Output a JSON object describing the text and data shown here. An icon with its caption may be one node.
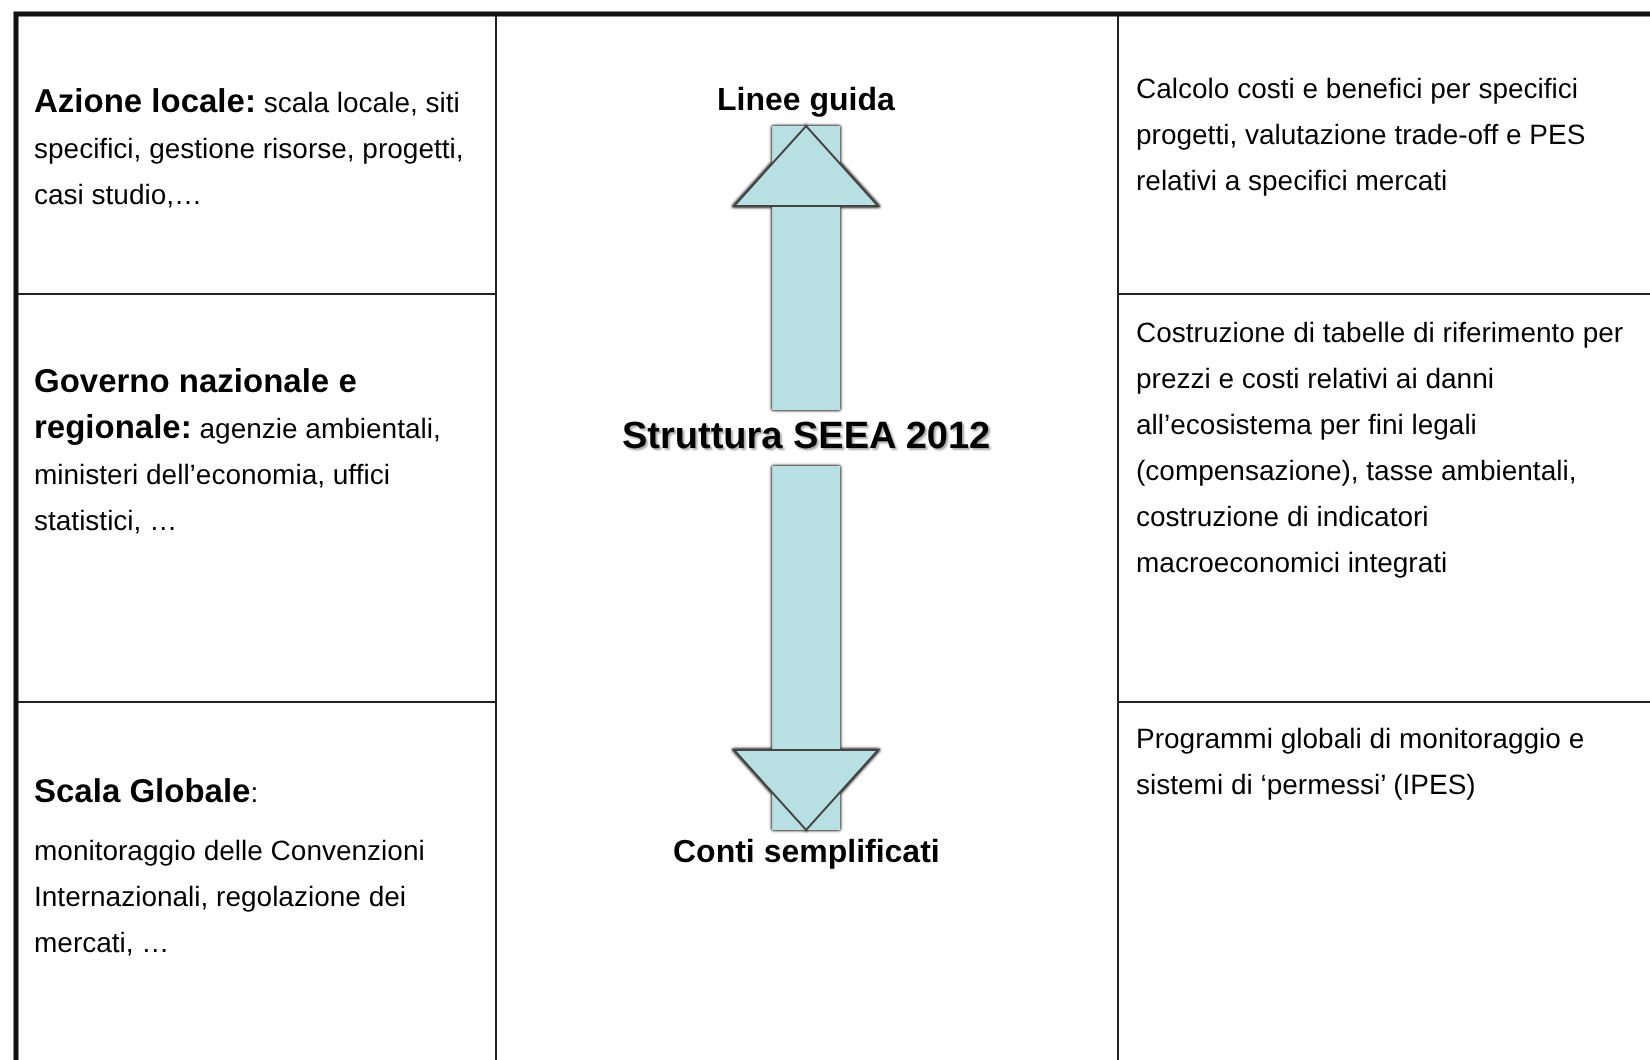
{
  "diagram": {
    "nodes": [
      {
        "text": [
          "**Azione locale:** scala locale, siti specifici, gestione risorse, progetti, casi studio,…"
        ]
      },
      {
        "text": [
          "**Governo nazionale e regionale:** agenzie ambientali, ministeri dell’economia, uffici statistici, …"
        ]
      },
      {
        "text": [
          "**Scala Globale**:",
          "monitoraggio delle Convenzioni Internazionali, regolazione dei mercati, …"
        ]
      },
      {
        "text": [
          "Linee guida"
        ]
      },
      {
        "text": [
          "Struttura SEEA 2012"
        ]
      },
      {
        "text": [
          "Conti semplificati"
        ]
      },
      {
        "text": [
          "Calcolo costi e benefici per specifici progetti, valutazione trade-off e PES relativi a specifici mercati"
        ]
      },
      {
        "text": [
          "Costruzione di tabelle di riferimento per prezzi e costi relativi ai danni all’ecosistema per fini legali (compensazione), tasse ambientali, costruzione di indicatori macroeconomici integrati"
        ]
      },
      {
        "text": [
          "Programmi globali di monitoraggio e sistemi di ‘permessi’ (IPES)"
        ]
      }
    ],
    "edges": [
      {
        "from": 4,
        "to": 3,
        "arrow": "to"
      },
      {
        "from": 4,
        "to": 5,
        "arrow": "to"
      }
    ]
  }
}
